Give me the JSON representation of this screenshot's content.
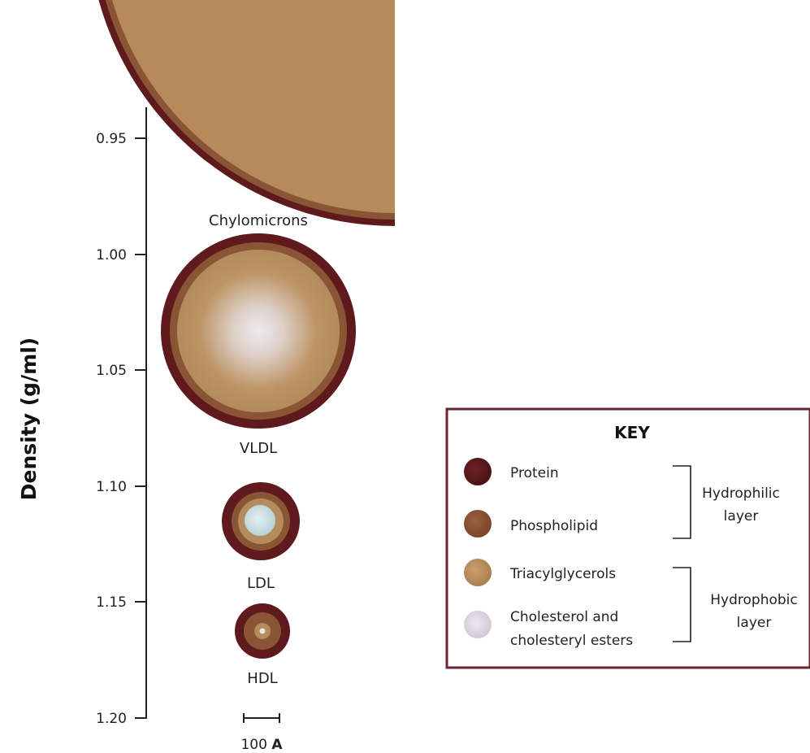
{
  "axis": {
    "title": "Density (g/ml)",
    "ticks": [
      "0.95",
      "1.00",
      "1.05",
      "1.10",
      "1.15",
      "1.20"
    ]
  },
  "particles": {
    "chylomicrons": "Chylomicrons",
    "vldl": "VLDL",
    "ldl": "LDL",
    "hdl": "HDL"
  },
  "scale_bar": {
    "value": "100",
    "unit": "A"
  },
  "key": {
    "title": "KEY",
    "items": [
      {
        "label": "Protein",
        "color": "#5e1a1c"
      },
      {
        "label": "Phospholipid",
        "color": "#8a5535"
      },
      {
        "label": "Triacylglycerols",
        "color": "#b89060"
      },
      {
        "label_line1": "Cholesterol and",
        "label_line2": "cholesteryl esters",
        "color": "#dcd6e2"
      }
    ],
    "groups": [
      {
        "line1": "Hydrophilic",
        "line2": "layer"
      },
      {
        "line1": "Hydrophobic",
        "line2": "layer"
      }
    ]
  },
  "colors": {
    "protein": "#5e1a1c",
    "phospholipid": "#8a5535",
    "triacylglycerol": "#b38b5c",
    "cholesterol": "#e4e0ea",
    "key_border": "#6b2530"
  }
}
